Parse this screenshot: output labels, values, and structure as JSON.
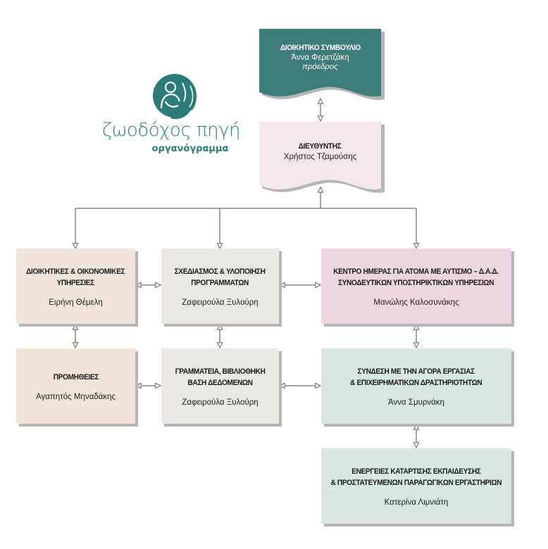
{
  "logo": {
    "icon": "person-hands-icon",
    "brand": "ζωοδόχος πηγή",
    "subtitle": "οργανόγραμμα",
    "color": "#2b7b7a"
  },
  "board": {
    "title": "ΔΙΟΙΚΗΤΙΚΟ ΣΥΜΒΟΥΛΙΟ",
    "person": "Άννα Φερετζάκη",
    "role": "πρόεδρος",
    "color": "#3e7c7b"
  },
  "director": {
    "title": "ΔΙΕΥΘΥΝΤΗΣ",
    "person": "Χρήστος Τζαμούσης",
    "color": "#f4e8ea"
  },
  "units": [
    {
      "title_lines": [
        "ΔΙΟΙΚΗΤΙΚΕΣ & ΟΙΚΟΝΟΜΙΚΕΣ",
        "ΥΠΗΡΕΣΙΕΣ"
      ],
      "person": "Ειρήνη Θέμελη",
      "color": "#f1e4db"
    },
    {
      "title_lines": [
        "ΣΧΕΔΙΑΣΜΟΣ & ΥΛΟΠΟΙΗΣΗ",
        "ΠΡΟΓΡΑΜΜΑΤΩΝ"
      ],
      "person": "Ζαφειρούλα Ξυλούρη",
      "color": "#ebe8e3"
    },
    {
      "title_lines": [
        "ΚΕΝΤΡΟ ΗΜΕΡΑΣ ΓΙΑ ΑΤΟΜΑ ΜΕ ΑΥΤΙΣΜΟ – Δ.Α.Δ.",
        "ΣΥΝΟΔΕΥΤΙΚΩΝ ΥΠΟΣΤΗΡΙΚΤΙΚΩΝ ΥΠΗΡΕΣΙΩΝ"
      ],
      "person": "Μανώλης Καλοσυνάκης",
      "color": "#eed5e2"
    },
    {
      "title_lines": [
        "ΠΡΟΜΗΘΕΙΕΣ"
      ],
      "person": "Αγαπητός Μηναδάκης",
      "color": "#f1e4db"
    },
    {
      "title_lines": [
        "ΓΡΑΜΜΑΤΕΙΑ, ΒΙΒΛΙΟΘΗΚΗ",
        "ΒΑΣΗ ΔΕΔΟΜΕΝΩΝ"
      ],
      "person": "Ζαφειρούλα Ξυλούρη",
      "color": "#ebe8e3"
    },
    {
      "title_lines": [
        "ΣΥΝΔΕΣΗ ΜΕ ΤΗΝ ΑΓΟΡΑ ΕΡΓΑΣΙΑΣ",
        "& ΕΠΙΧΕΙΡΗΜΑΤΙΚΩΝ ΔΡΑΣΤΗΡΙΟΤΗΤΩΝ"
      ],
      "person": "Άννα Σμυρνάκη",
      "color": "#d9e6e1"
    },
    {
      "title_lines": [
        "ΕΝΕΡΓΕΙΕΣ ΚΑΤΑΡΤΙΣΗΣ ΕΚΠΑΙΔΕΥΣΗΣ",
        "& ΠΡΟΣΤΑΤΕΥΜΕΝΩΝ ΠΑΡΑΓΩΓΙΚΩΝ ΕΡΓΑΣΤΗΡΙΩΝ"
      ],
      "person": "Κατερίνα Λιμνιάτη",
      "color": "#d9e6e1"
    }
  ],
  "connector_color": "#6e6e6e"
}
